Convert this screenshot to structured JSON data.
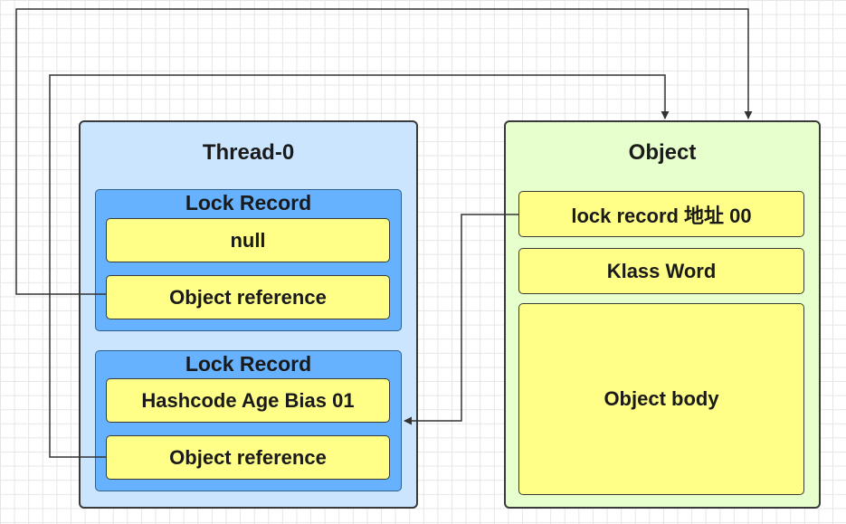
{
  "thread": {
    "title": "Thread-0",
    "records": [
      {
        "title": "Lock Record",
        "fields": [
          "null",
          "Object reference"
        ]
      },
      {
        "title": "Lock Record",
        "fields": [
          "Hashcode Age Bias 01",
          "Object reference"
        ]
      }
    ]
  },
  "object": {
    "title": "Object",
    "fields": [
      "lock record 地址 00",
      "Klass Word",
      "Object body"
    ]
  },
  "colors": {
    "thread_panel": "#cce5ff",
    "object_panel": "#e6ffcc",
    "lock_record": "#66b2ff",
    "field": "#ffff88",
    "line": "#333333"
  },
  "edges": [
    {
      "from": "thread.records.0.fields.1",
      "to": "object",
      "label": ""
    },
    {
      "from": "thread.records.1.fields.1",
      "to": "object",
      "label": ""
    },
    {
      "from": "object.fields.0",
      "to": "thread.records.1.fields.0",
      "label": ""
    }
  ]
}
